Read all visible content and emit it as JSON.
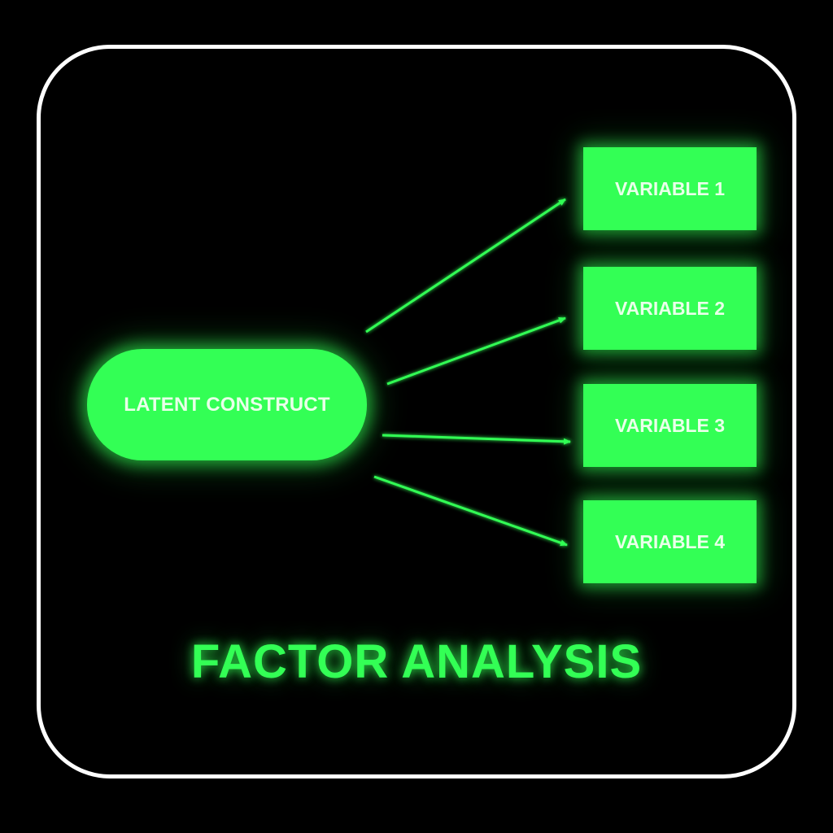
{
  "diagram": {
    "title": "FACTOR ANALYSIS",
    "latent_construct": "LATENT CONSTRUCT",
    "variables": [
      {
        "label": "VARIABLE 1"
      },
      {
        "label": "VARIABLE 2"
      },
      {
        "label": "VARIABLE 3"
      },
      {
        "label": "VARIABLE 4"
      }
    ]
  },
  "colors": {
    "background": "#000000",
    "frame": "#ffffff",
    "accent_green": "#33ff55",
    "node_text": "#e9ffe9"
  }
}
